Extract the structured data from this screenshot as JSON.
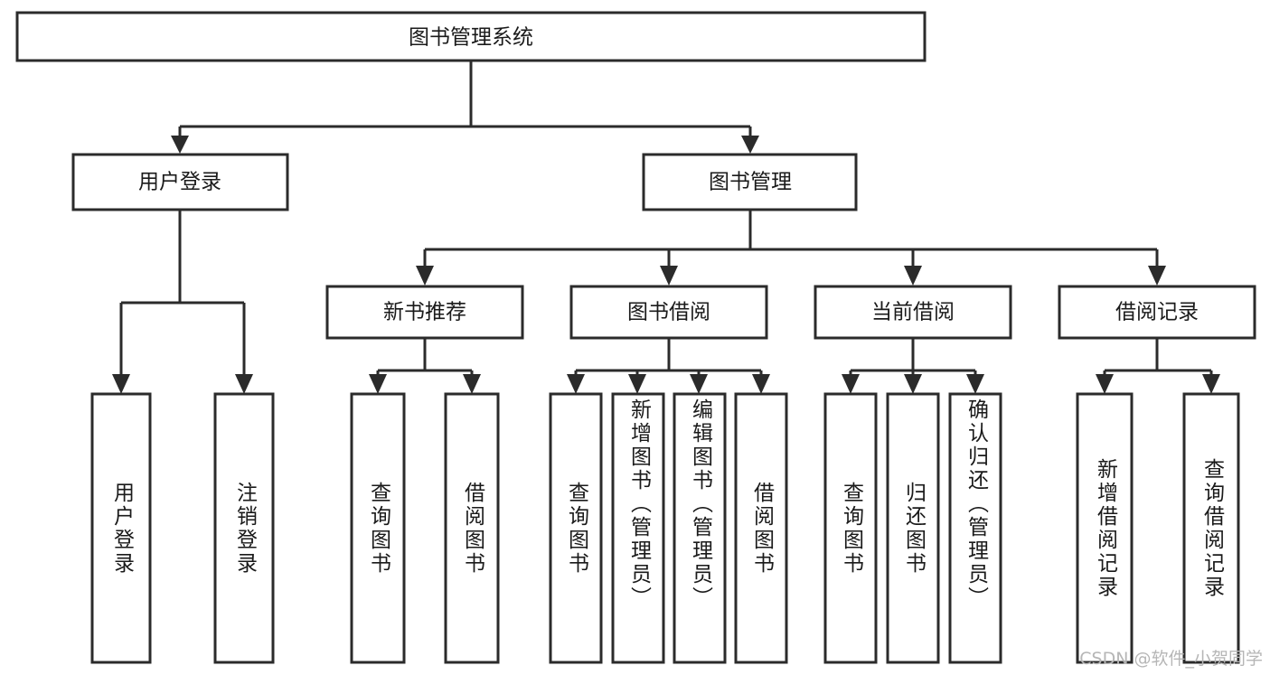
{
  "diagram": {
    "title": "图书管理系统",
    "watermark": "CSDN @软件_小贺同学",
    "root": {
      "label": "图书管理系统"
    },
    "level2": [
      {
        "label": "用户登录"
      },
      {
        "label": "图书管理"
      }
    ],
    "level3": [
      {
        "label": "新书推荐"
      },
      {
        "label": "图书借阅"
      },
      {
        "label": "当前借阅"
      },
      {
        "label": "借阅记录"
      }
    ],
    "leaves": {
      "user_login": [
        {
          "label": "用户登录"
        },
        {
          "label": "注销登录"
        }
      ],
      "new_book": [
        {
          "label": "查询图书"
        },
        {
          "label": "借阅图书"
        }
      ],
      "book_borrow": [
        {
          "label": "查询图书"
        },
        {
          "label": "新增图书（管理员）"
        },
        {
          "label": "编辑图书（管理员）"
        },
        {
          "label": "借阅图书"
        }
      ],
      "current_borrow": [
        {
          "label": "查询图书"
        },
        {
          "label": "归还图书"
        },
        {
          "label": "确认归还（管理员）"
        }
      ],
      "borrow_record": [
        {
          "label": "新增借阅记录"
        },
        {
          "label": "查询借阅记录"
        }
      ]
    },
    "colors": {
      "stroke": "#2b2b2b",
      "fill": "#ffffff",
      "text": "#1a1a1a",
      "watermark": "#b6b6b6"
    }
  }
}
